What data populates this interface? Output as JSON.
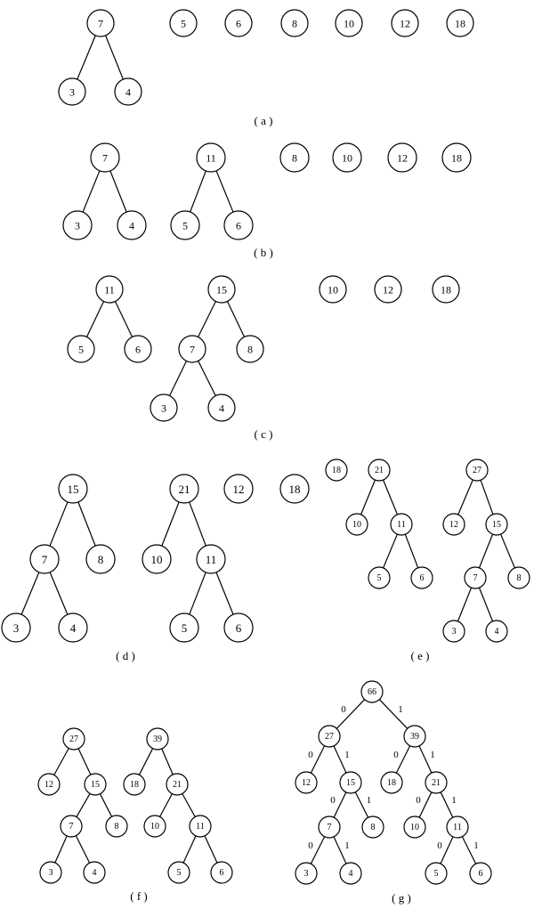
{
  "panels": [
    {
      "id": "a",
      "caption": "( a )",
      "nodes": [
        {
          "id": "a7",
          "label": "7"
        },
        {
          "id": "a3",
          "label": "3"
        },
        {
          "id": "a4",
          "label": "4"
        },
        {
          "id": "a5",
          "label": "5"
        },
        {
          "id": "a6",
          "label": "6"
        },
        {
          "id": "a8",
          "label": "8"
        },
        {
          "id": "a10",
          "label": "10"
        },
        {
          "id": "a12",
          "label": "12"
        },
        {
          "id": "a18",
          "label": "18"
        }
      ],
      "edges": [
        [
          "a7",
          "a3"
        ],
        [
          "a7",
          "a4"
        ]
      ]
    },
    {
      "id": "b",
      "caption": "( b )",
      "nodes": [
        {
          "id": "b7",
          "label": "7"
        },
        {
          "id": "b3",
          "label": "3"
        },
        {
          "id": "b4",
          "label": "4"
        },
        {
          "id": "b11",
          "label": "11"
        },
        {
          "id": "b5",
          "label": "5"
        },
        {
          "id": "b6",
          "label": "6"
        },
        {
          "id": "b8",
          "label": "8"
        },
        {
          "id": "b10",
          "label": "10"
        },
        {
          "id": "b12",
          "label": "12"
        },
        {
          "id": "b18",
          "label": "18"
        }
      ],
      "edges": [
        [
          "b7",
          "b3"
        ],
        [
          "b7",
          "b4"
        ],
        [
          "b11",
          "b5"
        ],
        [
          "b11",
          "b6"
        ]
      ]
    },
    {
      "id": "c",
      "caption": "( c )",
      "nodes": [
        {
          "id": "c11",
          "label": "11"
        },
        {
          "id": "c5",
          "label": "5"
        },
        {
          "id": "c6",
          "label": "6"
        },
        {
          "id": "c15",
          "label": "15"
        },
        {
          "id": "c7",
          "label": "7"
        },
        {
          "id": "c8",
          "label": "8"
        },
        {
          "id": "c3",
          "label": "3"
        },
        {
          "id": "c4",
          "label": "4"
        },
        {
          "id": "c10",
          "label": "10"
        },
        {
          "id": "c12",
          "label": "12"
        },
        {
          "id": "c18",
          "label": "18"
        }
      ],
      "edges": [
        [
          "c11",
          "c5"
        ],
        [
          "c11",
          "c6"
        ],
        [
          "c15",
          "c7"
        ],
        [
          "c15",
          "c8"
        ],
        [
          "c7",
          "c3"
        ],
        [
          "c7",
          "c4"
        ]
      ]
    },
    {
      "id": "d",
      "caption": "( d )",
      "nodes": [
        {
          "id": "d15",
          "label": "15"
        },
        {
          "id": "d7",
          "label": "7"
        },
        {
          "id": "d8",
          "label": "8"
        },
        {
          "id": "d3",
          "label": "3"
        },
        {
          "id": "d4",
          "label": "4"
        },
        {
          "id": "d21",
          "label": "21"
        },
        {
          "id": "d10",
          "label": "10"
        },
        {
          "id": "d11",
          "label": "11"
        },
        {
          "id": "d5",
          "label": "5"
        },
        {
          "id": "d6",
          "label": "6"
        },
        {
          "id": "d12",
          "label": "12"
        },
        {
          "id": "d18",
          "label": "18"
        }
      ],
      "edges": [
        [
          "d15",
          "d7"
        ],
        [
          "d15",
          "d8"
        ],
        [
          "d7",
          "d3"
        ],
        [
          "d7",
          "d4"
        ],
        [
          "d21",
          "d10"
        ],
        [
          "d21",
          "d11"
        ],
        [
          "d11",
          "d5"
        ],
        [
          "d11",
          "d6"
        ]
      ]
    },
    {
      "id": "e",
      "caption": "( e )",
      "nodes": [
        {
          "id": "e18",
          "label": "18"
        },
        {
          "id": "e21",
          "label": "21"
        },
        {
          "id": "e10",
          "label": "10"
        },
        {
          "id": "e11",
          "label": "11"
        },
        {
          "id": "e5",
          "label": "5"
        },
        {
          "id": "e6",
          "label": "6"
        },
        {
          "id": "e27",
          "label": "27"
        },
        {
          "id": "e12",
          "label": "12"
        },
        {
          "id": "e15",
          "label": "15"
        },
        {
          "id": "e7",
          "label": "7"
        },
        {
          "id": "e8",
          "label": "8"
        },
        {
          "id": "e3",
          "label": "3"
        },
        {
          "id": "e4",
          "label": "4"
        }
      ],
      "edges": [
        [
          "e21",
          "e10"
        ],
        [
          "e21",
          "e11"
        ],
        [
          "e11",
          "e5"
        ],
        [
          "e11",
          "e6"
        ],
        [
          "e27",
          "e12"
        ],
        [
          "e27",
          "e15"
        ],
        [
          "e15",
          "e7"
        ],
        [
          "e15",
          "e8"
        ],
        [
          "e7",
          "e3"
        ],
        [
          "e7",
          "e4"
        ]
      ]
    },
    {
      "id": "f",
      "caption": "( f )",
      "nodes": [
        {
          "id": "f27",
          "label": "27"
        },
        {
          "id": "f12",
          "label": "12"
        },
        {
          "id": "f15",
          "label": "15"
        },
        {
          "id": "f7",
          "label": "7"
        },
        {
          "id": "f8",
          "label": "8"
        },
        {
          "id": "f3",
          "label": "3"
        },
        {
          "id": "f4",
          "label": "4"
        },
        {
          "id": "f39",
          "label": "39"
        },
        {
          "id": "f18",
          "label": "18"
        },
        {
          "id": "f21",
          "label": "21"
        },
        {
          "id": "f10",
          "label": "10"
        },
        {
          "id": "f11",
          "label": "11"
        },
        {
          "id": "f5",
          "label": "5"
        },
        {
          "id": "f6",
          "label": "6"
        }
      ],
      "edges": [
        [
          "f27",
          "f12"
        ],
        [
          "f27",
          "f15"
        ],
        [
          "f15",
          "f7"
        ],
        [
          "f15",
          "f8"
        ],
        [
          "f7",
          "f3"
        ],
        [
          "f7",
          "f4"
        ],
        [
          "f39",
          "f18"
        ],
        [
          "f39",
          "f21"
        ],
        [
          "f21",
          "f10"
        ],
        [
          "f21",
          "f11"
        ],
        [
          "f11",
          "f5"
        ],
        [
          "f11",
          "f6"
        ]
      ]
    },
    {
      "id": "g",
      "caption": "( g )",
      "nodes": [
        {
          "id": "g66",
          "label": "66"
        },
        {
          "id": "g27",
          "label": "27"
        },
        {
          "id": "g39",
          "label": "39"
        },
        {
          "id": "g12",
          "label": "12"
        },
        {
          "id": "g15",
          "label": "15"
        },
        {
          "id": "g18",
          "label": "18"
        },
        {
          "id": "g21",
          "label": "21"
        },
        {
          "id": "g7",
          "label": "7"
        },
        {
          "id": "g8",
          "label": "8"
        },
        {
          "id": "g10",
          "label": "10"
        },
        {
          "id": "g11",
          "label": "11"
        },
        {
          "id": "g3",
          "label": "3"
        },
        {
          "id": "g4",
          "label": "4"
        },
        {
          "id": "g5",
          "label": "5"
        },
        {
          "id": "g6",
          "label": "6"
        }
      ],
      "edges": [
        [
          "g66",
          "g27",
          "0"
        ],
        [
          "g66",
          "g39",
          "1"
        ],
        [
          "g27",
          "g12",
          "0"
        ],
        [
          "g27",
          "g15",
          "1"
        ],
        [
          "g39",
          "g18",
          "0"
        ],
        [
          "g39",
          "g21",
          "1"
        ],
        [
          "g15",
          "g7",
          "0"
        ],
        [
          "g15",
          "g8",
          "1"
        ],
        [
          "g21",
          "g10",
          "0"
        ],
        [
          "g21",
          "g11",
          "1"
        ],
        [
          "g7",
          "g3",
          "0"
        ],
        [
          "g7",
          "g4",
          "1"
        ],
        [
          "g11",
          "g5",
          "0"
        ],
        [
          "g11",
          "g6",
          "1"
        ]
      ]
    }
  ]
}
